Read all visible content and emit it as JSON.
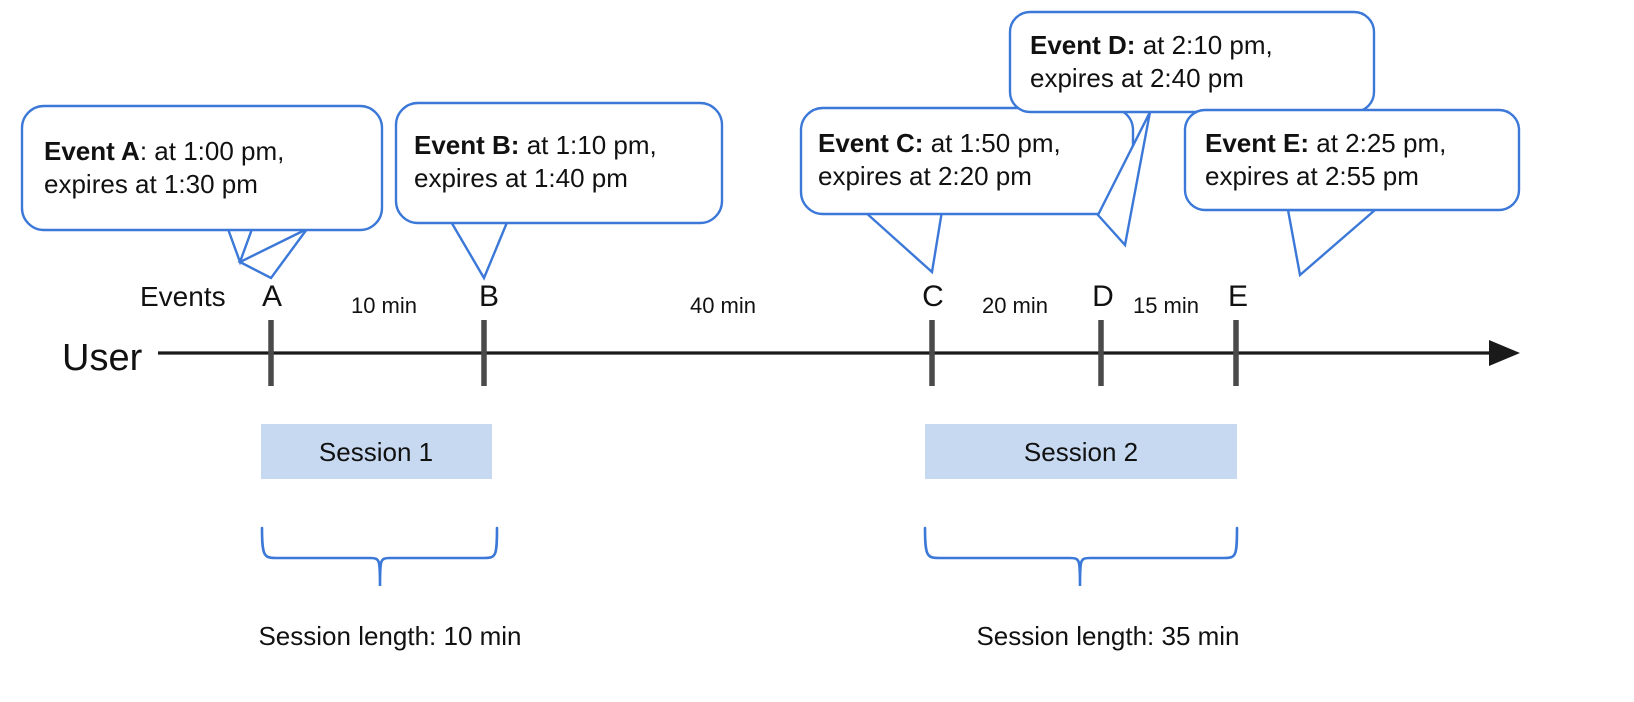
{
  "diagram": {
    "title": "Session timeline with expiring events",
    "accent_color": "#3b78d8",
    "session_fill": "#c6d9f1",
    "axis_color": "#1a1a1a",
    "tick_color": "#4a4a4a"
  },
  "axis": {
    "row_label": "User",
    "events_label": "Events"
  },
  "events": [
    {
      "letter": "A",
      "bold": "Event A",
      "rest": ": at 1:00 pm,",
      "line2": "expires at 1:30 pm",
      "time": "1:00 pm",
      "expires": "1:30 pm"
    },
    {
      "letter": "B",
      "bold": "Event B:",
      "rest": " at 1:10 pm,",
      "line2": "expires at 1:40 pm",
      "time": "1:10 pm",
      "expires": "1:40 pm"
    },
    {
      "letter": "C",
      "bold": "Event C:",
      "rest": " at 1:50 pm,",
      "line2": "expires at 2:20 pm",
      "time": "1:50 pm",
      "expires": "2:20 pm"
    },
    {
      "letter": "D",
      "bold": "Event D:",
      "rest": " at 2:10 pm,",
      "line2": "expires at 2:40 pm",
      "time": "2:10 pm",
      "expires": "2:40 pm"
    },
    {
      "letter": "E",
      "bold": "Event E:",
      "rest": " at 2:25 pm,",
      "line2": "expires at 2:55 pm",
      "time": "2:25 pm",
      "expires": "2:55 pm"
    }
  ],
  "gaps": [
    {
      "from": "A",
      "to": "B",
      "label": "10 min"
    },
    {
      "from": "B",
      "to": "C",
      "label": "40 min"
    },
    {
      "from": "C",
      "to": "D",
      "label": "20 min"
    },
    {
      "from": "D",
      "to": "E",
      "label": "15 min"
    }
  ],
  "sessions": [
    {
      "name": "Session 1",
      "length_label": "Session length: 10 min"
    },
    {
      "name": "Session 2",
      "length_label": "Session length: 35 min"
    }
  ]
}
